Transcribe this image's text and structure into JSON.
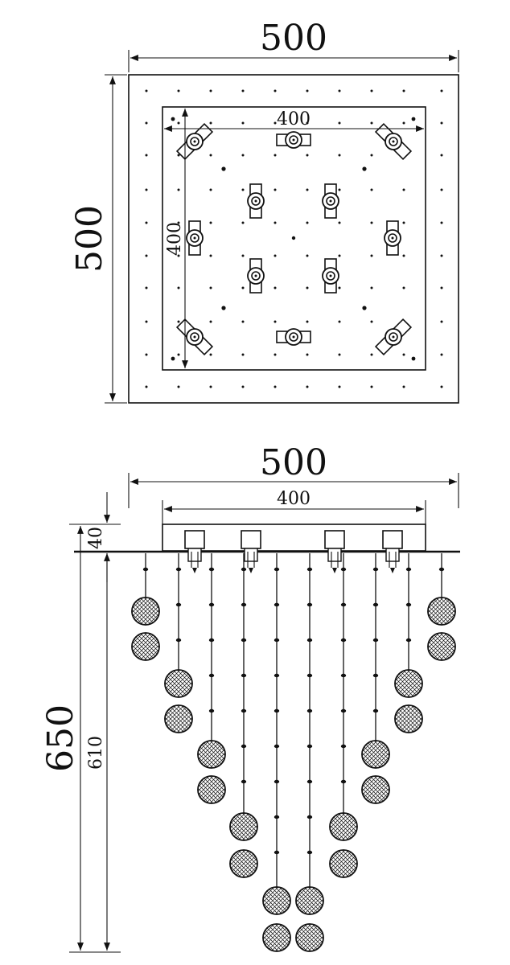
{
  "top_view": {
    "outer_width": "500",
    "outer_height": "500",
    "inner_width": "400",
    "inner_height": "400"
  },
  "side_view": {
    "outer_width": "500",
    "inner_width": "400",
    "total_height": "650",
    "canopy_height": "40",
    "drop_height": "610"
  },
  "colors": {
    "line": "#111111",
    "background": "#ffffff"
  }
}
